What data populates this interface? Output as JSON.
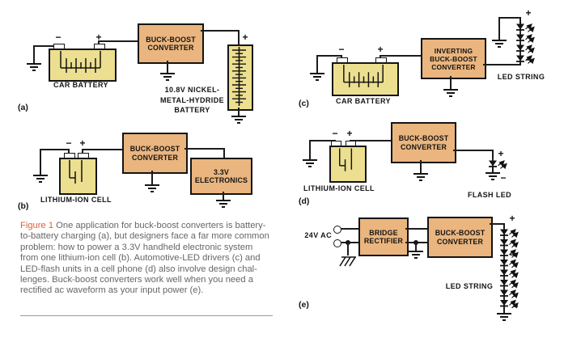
{
  "symbols": {
    "plus": "+",
    "minus": "−"
  },
  "colors": {
    "box_fill": "#EAB57E",
    "battery_fill": "#ECDF90",
    "line": "#1c1c1c",
    "caption_text": "#666666",
    "caption_accent": "#E0603A"
  },
  "caption": {
    "prefix": "Figure 1",
    "lines": [
      " One application for buck-boost converters is battery-",
      "to-battery charging (a), but designers face a far more common",
      "problem: how to power a 3.3V handheld electronic system",
      "from one lithium-ion cell (b). Automotive-LED drivers (c) and",
      "LED-flash units in a cell phone (d) also involve design chal-",
      "lenges. Buck-boost converters work well when you need a",
      "rectified ac waveform as your input power (e)."
    ]
  },
  "diagrams": {
    "a": {
      "label": "(a)",
      "source_label": "CAR BATTERY",
      "converter": [
        "BUCK-BOOST",
        "CONVERTER"
      ],
      "battery_label": [
        "10.8V NICKEL-",
        "METAL-HYDRIDE",
        "BATTERY"
      ]
    },
    "b": {
      "label": "(b)",
      "source_label": "LITHIUM-ION CELL",
      "converter": [
        "BUCK-BOOST",
        "CONVERTER"
      ],
      "load": [
        "3.3V",
        "ELECTRONICS"
      ]
    },
    "c": {
      "label": "(c)",
      "source_label": "CAR BATTERY",
      "converter": [
        "INVERTING",
        "BUCK-BOOST",
        "CONVERTER"
      ],
      "load_label": "LED STRING",
      "led_count": 4
    },
    "d": {
      "label": "(d)",
      "source_label": "LITHIUM-ION CELL",
      "converter": [
        "BUCK-BOOST",
        "CONVERTER"
      ],
      "load_label": "FLASH LED",
      "led_count": 1
    },
    "e": {
      "label": "(e)",
      "input_label": "24V AC",
      "rectifier": [
        "BRIDGE",
        "RECTIFIER"
      ],
      "converter": [
        "BUCK-BOOST",
        "CONVERTER"
      ],
      "load_label": "LED STRING",
      "led_count": 8
    }
  }
}
